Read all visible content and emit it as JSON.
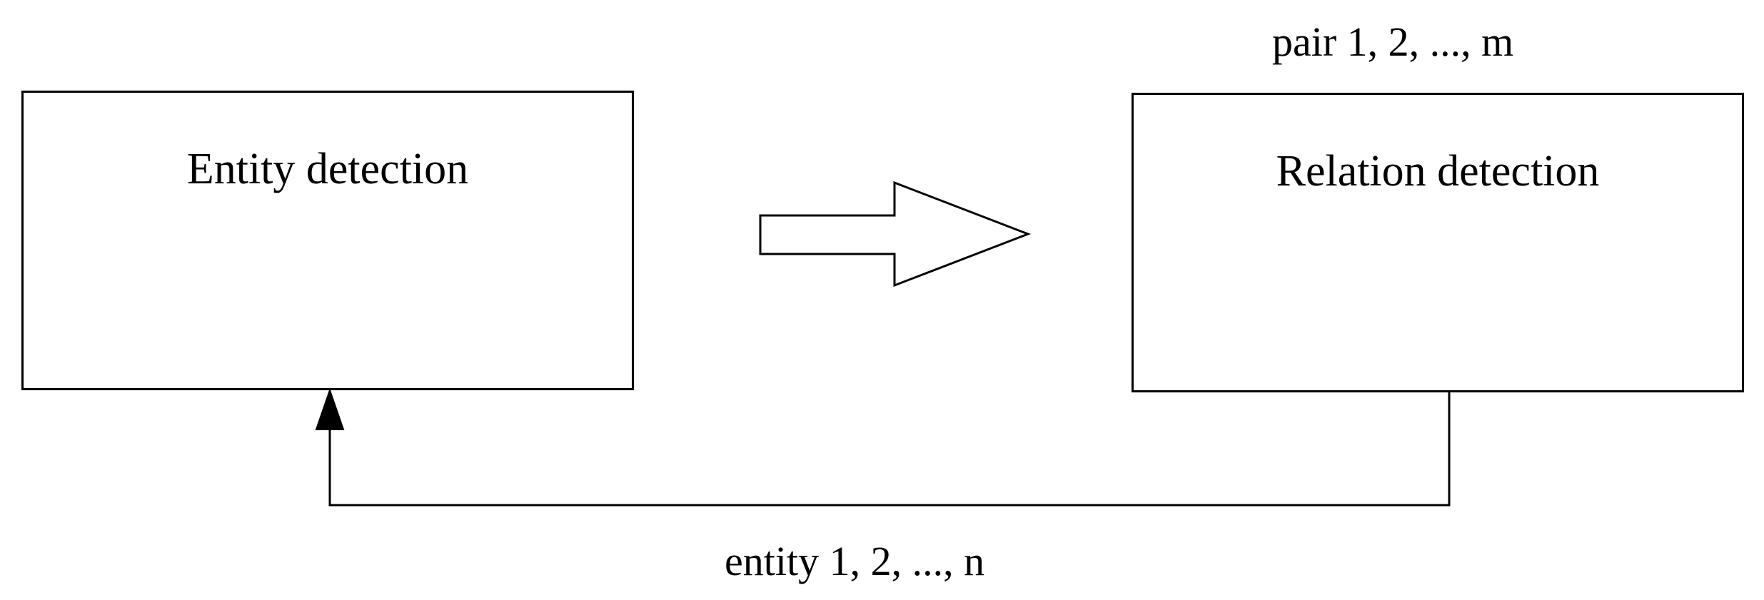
{
  "diagram": {
    "entity_box": {
      "label": "Entity detection"
    },
    "relation_box": {
      "label": "Relation detection"
    },
    "pair_label": "pair 1, 2, ..., m",
    "entity_list_label": "entity 1, 2, ..., n",
    "forward_arrow": {
      "style": "hollow-block-arrow",
      "direction": "right"
    },
    "feedback_arrow": {
      "style": "elbow-connector",
      "from": "Relation detection",
      "to": "Entity detection"
    },
    "colors": {
      "stroke": "#000000",
      "background": "#ffffff"
    }
  }
}
